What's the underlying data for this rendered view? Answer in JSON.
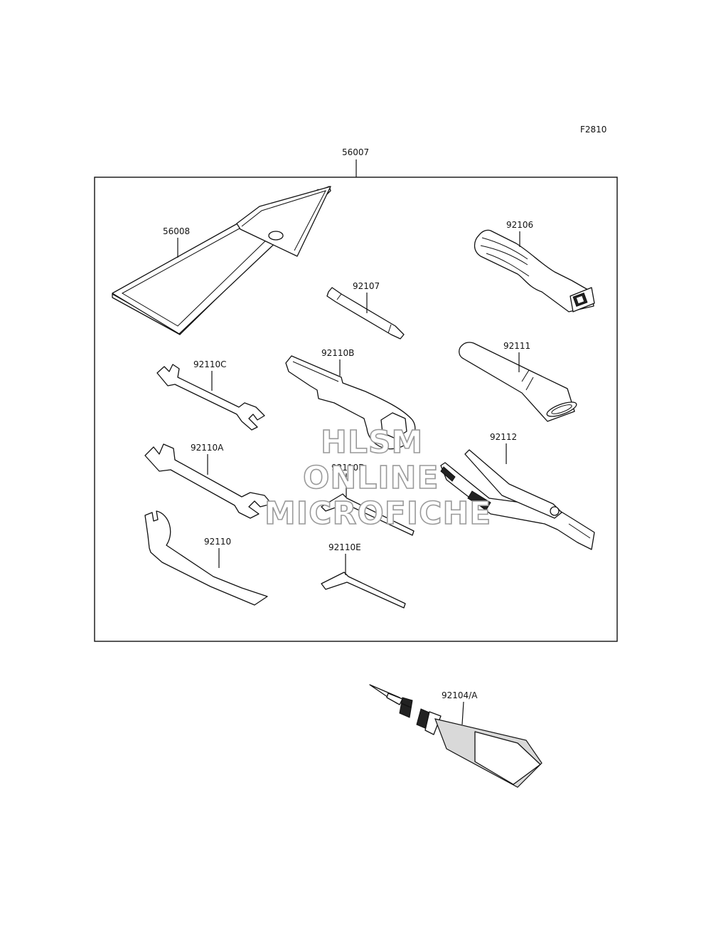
{
  "figure_code": "F2810",
  "assembly": {
    "part_number": "56007"
  },
  "parts": {
    "p56008": "56008",
    "p92106": "92106",
    "p92107": "92107",
    "p92110C": "92110C",
    "p92110B": "92110B",
    "p92111": "92111",
    "p92110A": "92110A",
    "p92110D": "92110D",
    "p92112": "92112",
    "p92110": "92110",
    "p92110E": "92110E",
    "p92104A": "92104/A"
  },
  "watermark": {
    "line1": "HLSM",
    "line2": "ONLINE",
    "line3": "MICROFICHE"
  }
}
